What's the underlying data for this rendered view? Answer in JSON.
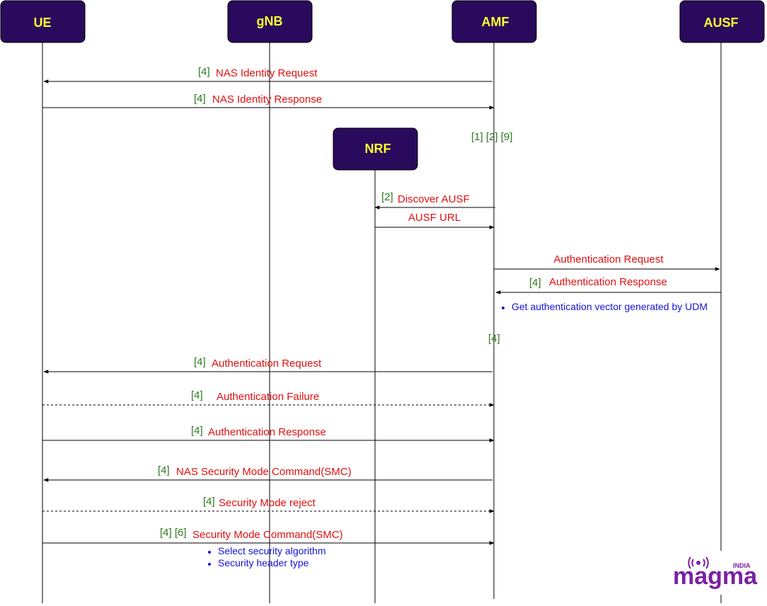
{
  "actors": [
    {
      "id": "ue",
      "label": "UE"
    },
    {
      "id": "gnb",
      "label": "gNB"
    },
    {
      "id": "amf",
      "label": "AMF"
    },
    {
      "id": "ausf",
      "label": "AUSF"
    },
    {
      "id": "nrf",
      "label": "NRF"
    }
  ],
  "messages": [
    {
      "from": "amf",
      "to": "ue",
      "ref": "[4]",
      "label": "NAS Identity Request",
      "style": "solid"
    },
    {
      "from": "ue",
      "to": "amf",
      "ref": "[4]",
      "label": "NAS Identity Response",
      "style": "solid"
    },
    {
      "from": "amf",
      "to": "nrf",
      "ref": "[2]",
      "label": "Discover AUSF",
      "style": "solid"
    },
    {
      "from": "nrf",
      "to": "amf",
      "ref": "",
      "label": "AUSF URL",
      "style": "solid"
    },
    {
      "from": "amf",
      "to": "ausf",
      "ref": "",
      "label": "Authentication Request",
      "style": "solid"
    },
    {
      "from": "ausf",
      "to": "amf",
      "ref": "[4]",
      "label": "Authentication Response",
      "style": "solid"
    },
    {
      "from": "amf",
      "to": "ue",
      "ref": "[4]",
      "label": "Authentication Request",
      "style": "solid"
    },
    {
      "from": "ue",
      "to": "amf",
      "ref": "[4]",
      "label": "Authentication Failure",
      "style": "dashed"
    },
    {
      "from": "ue",
      "to": "amf",
      "ref": "[4]",
      "label": "Authentication Response",
      "style": "solid"
    },
    {
      "from": "amf",
      "to": "ue",
      "ref": "[4]",
      "label": "NAS Security Mode Command(SMC)",
      "style": "solid"
    },
    {
      "from": "ue",
      "to": "amf",
      "ref": "[4]",
      "label": "Security Mode reject",
      "style": "dashed"
    },
    {
      "from": "ue",
      "to": "amf",
      "ref": "[4] [6]",
      "label": "Security Mode Command(SMC)",
      "style": "solid"
    }
  ],
  "refs": {
    "amf_top": "[1] [2] [9]",
    "amf_mid": "[4]"
  },
  "notes": {
    "auth_vector": [
      "Get authentication vector generated by UDM"
    ],
    "smc": [
      "Select security algorithm",
      "Security header type"
    ]
  },
  "logo": {
    "brand": "magma",
    "region": "INDIA",
    "brand_color": "#7b1fa2",
    "region_color": "#7b1fa2"
  },
  "colors": {
    "actor_fill": "#2a0a5c",
    "actor_text": "#ffff33",
    "message_text": "#e01010",
    "reference_text": "#2d7a1f",
    "note_text": "#1414d8"
  }
}
